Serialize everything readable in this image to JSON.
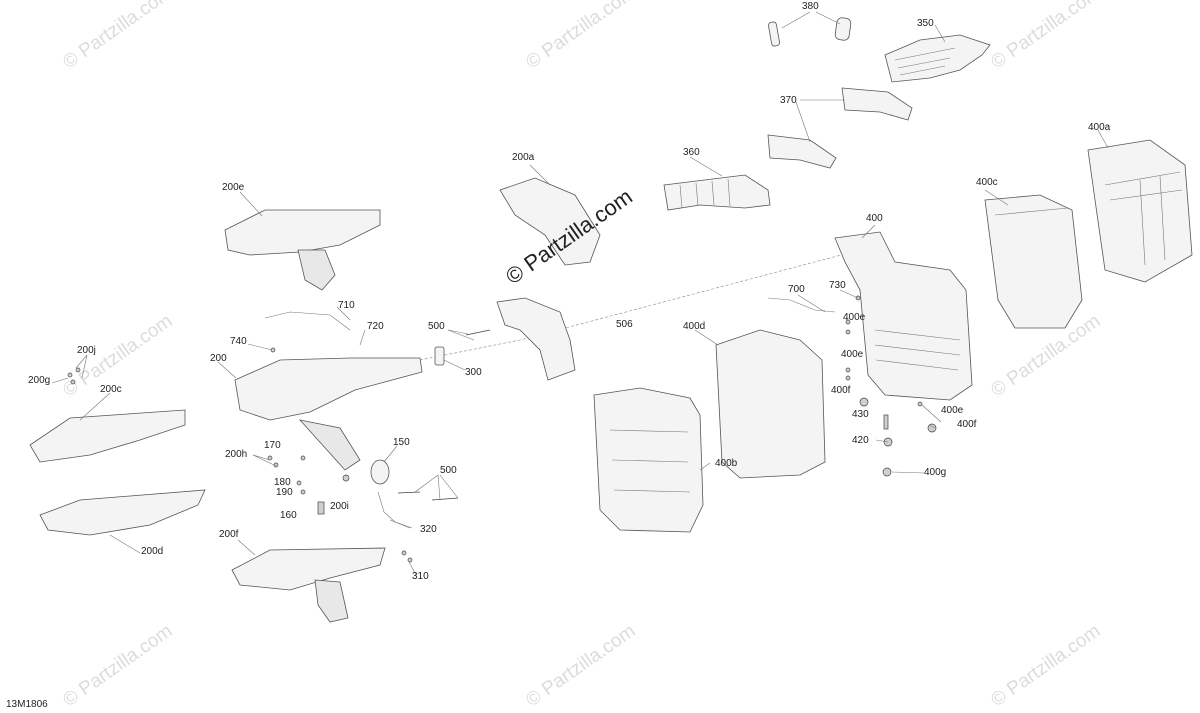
{
  "diagram_code": "13M1806",
  "watermark": {
    "main": "© Partzilla.com",
    "repeat": "© Partzilla.com"
  },
  "callouts": {
    "c380": "380",
    "c350": "350",
    "c370": "370",
    "c400a": "400a",
    "c200a": "200a",
    "c360": "360",
    "c400c": "400c",
    "c200e": "200e",
    "c400": "400",
    "c700": "700",
    "c730": "730",
    "c710": "710",
    "c720": "720",
    "c500a": "500",
    "c400d": "400d",
    "c740": "740",
    "c400e1": "400e",
    "c200j": "200j",
    "c200": "200",
    "c300": "300",
    "c400e2": "400e",
    "c200g": "200g",
    "c200c": "200c",
    "c400f1": "400f",
    "c430": "430",
    "c400e3": "400e",
    "c400f2": "400f",
    "c150": "150",
    "c170": "170",
    "c200h": "200h",
    "c420": "420",
    "c500b": "500",
    "c400b": "400b",
    "c180": "180",
    "c400g": "400g",
    "c190": "190",
    "c200i": "200i",
    "c160": "160",
    "c320": "320",
    "c200d": "200d",
    "c200f": "200f",
    "c310": "310",
    "c506": "506"
  }
}
